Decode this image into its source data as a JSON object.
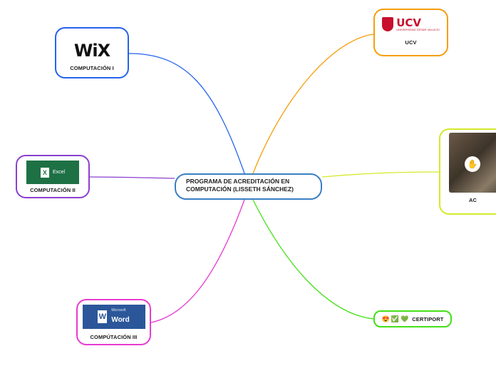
{
  "central": {
    "line1": "PROGRAMA DE ACREDITACIÓN EN",
    "line2": "COMPUTACIÓN (LISSETH SÁNCHEZ)"
  },
  "nodes": {
    "wix": {
      "logo": "WiX",
      "label": "COMPUTACIÓN I",
      "color": "#2563eb"
    },
    "excel": {
      "logo": "Excel",
      "logo_letter": "X",
      "label": "COMPUTACIÓN II",
      "color": "#8b3fd1"
    },
    "word": {
      "logo_small": "Microsoft",
      "logo": "Word",
      "logo_letter": "W",
      "label": "COMPÚTACIÓN III",
      "color": "#e83bd0"
    },
    "ucv": {
      "logo": "UCV",
      "logo_sub": "UNIVERSIDAD CÉSAR VALLEJO",
      "label": "UCV",
      "color": "#f59e0b"
    },
    "acred": {
      "label": "AC",
      "color": "#d4e92b",
      "icon": "hand-icon"
    },
    "certiport": {
      "emojis": [
        "😍",
        "✅",
        "💚"
      ],
      "label": "CERTIPORT",
      "color": "#45e017"
    }
  }
}
